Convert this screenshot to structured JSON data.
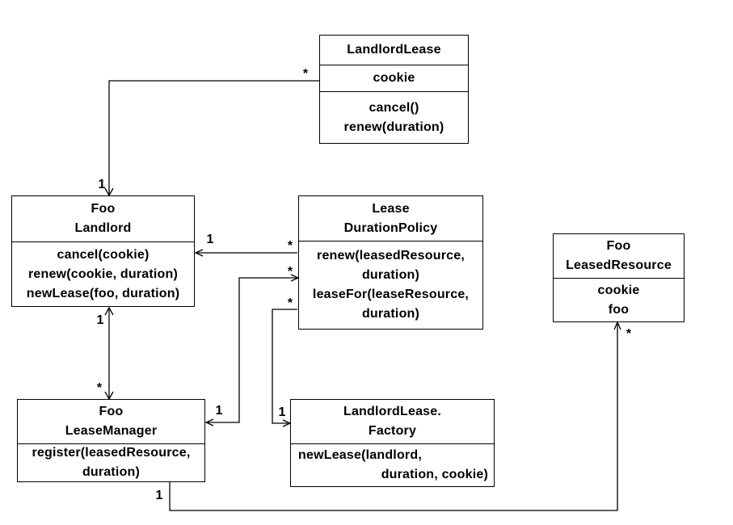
{
  "diagram": {
    "type": "uml-class-diagram",
    "background_color": "#ffffff",
    "line_color": "#000000"
  },
  "classes": {
    "landlord_lease": {
      "title_lines": [
        "LandlordLease"
      ],
      "attributes": [
        "cookie"
      ],
      "methods": [
        "cancel()",
        "renew(duration)"
      ]
    },
    "landlord": {
      "title_lines": [
        "Foo",
        "Landlord"
      ],
      "methods": [
        "cancel(cookie)",
        "renew(cookie, duration)",
        "newLease(foo, duration)"
      ]
    },
    "duration_policy": {
      "title_lines": [
        "Lease",
        "DurationPolicy"
      ],
      "method_lines": [
        "renew(leasedResource,",
        "duration)",
        "leaseFor(leaseResource,",
        "duration)"
      ]
    },
    "leased_resource": {
      "title_lines": [
        "Foo",
        "LeasedResource"
      ],
      "attributes": [
        "cookie",
        "foo"
      ]
    },
    "lease_manager": {
      "title_lines": [
        "Foo",
        "LeaseManager"
      ],
      "method_lines": [
        "register(leasedResource,",
        "duration)"
      ]
    },
    "factory": {
      "title_lines": [
        "LandlordLease.",
        "Factory"
      ],
      "method_lines": [
        "newLease(landlord,",
        "duration, cookie)"
      ]
    }
  },
  "connectors": {
    "landlordlease_landlord": {
      "from": "LandlordLease",
      "to": "Foo Landlord",
      "from_label": "*",
      "to_label": "1"
    },
    "landlord_leasemanager": {
      "from": "Foo Landlord",
      "to": "Foo LeaseManager",
      "from_label": "1",
      "to_label": "*"
    },
    "durationpolicy_landlord": {
      "from": "Lease DurationPolicy",
      "to": "Foo Landlord",
      "from_label": "*",
      "to_label": "1"
    },
    "leasemanager_durationpolicy": {
      "from": "Foo LeaseManager",
      "to": "Lease DurationPolicy",
      "from_label": "1",
      "to_label": "*"
    },
    "durationpolicy_factory": {
      "from": "Lease DurationPolicy",
      "to": "LandlordLease.Factory",
      "from_label": "*",
      "to_label": "1"
    },
    "leasemanager_leasedresource": {
      "from": "Foo LeaseManager",
      "to": "Foo LeasedResource",
      "from_label": "1",
      "to_label": "*"
    }
  }
}
